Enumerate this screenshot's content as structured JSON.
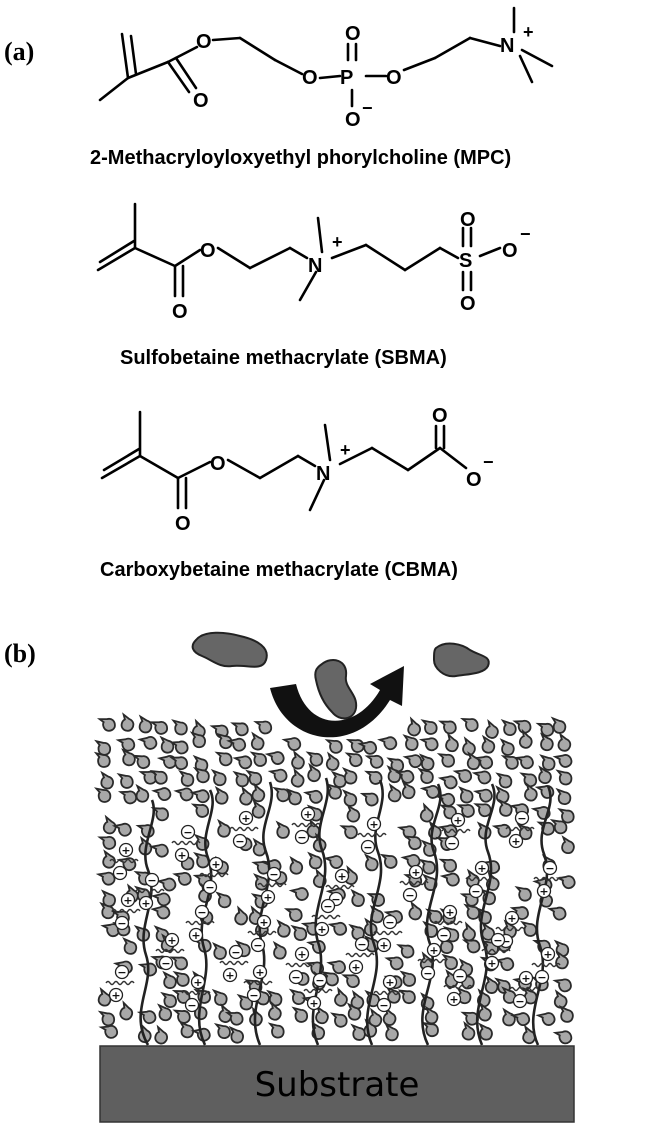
{
  "panel_a": {
    "label": "(a)",
    "mpc": {
      "name": "2-Methacryloyloxyethyl phorylcholine (MPC)",
      "atoms": {
        "o_ester": "O",
        "o_carbonyl": "O",
        "o_link1": "O",
        "p": "P",
        "o_p_top": "O",
        "o_p_bottom": "O",
        "o_link2": "O",
        "n": "N"
      },
      "charges": {
        "plus": "+",
        "minus": "−"
      }
    },
    "sbma": {
      "name": "Sulfobetaine methacrylate (SBMA)",
      "atoms": {
        "o_ester": "O",
        "o_carbonyl": "O",
        "n": "N",
        "s": "S",
        "o_s_top": "O",
        "o_s_bottom": "O",
        "o_s_right": "O"
      },
      "charges": {
        "plus": "+",
        "minus": "−"
      }
    },
    "cbma": {
      "name": "Carboxybetaine methacrylate (CBMA)",
      "atoms": {
        "o_ester": "O",
        "o_carbonyl": "O",
        "n": "N",
        "o_acid_top": "O",
        "o_acid_right": "O"
      },
      "charges": {
        "plus": "+",
        "minus": "−"
      }
    }
  },
  "panel_b": {
    "label": "(b)",
    "substrate_label": "Substrate",
    "ion_symbols": {
      "plus": "+",
      "minus": "−"
    }
  },
  "colors": {
    "protein": "#666666",
    "water": "#a8a8a8",
    "substrate": "#5f5f5f",
    "arrow": "#111111"
  }
}
